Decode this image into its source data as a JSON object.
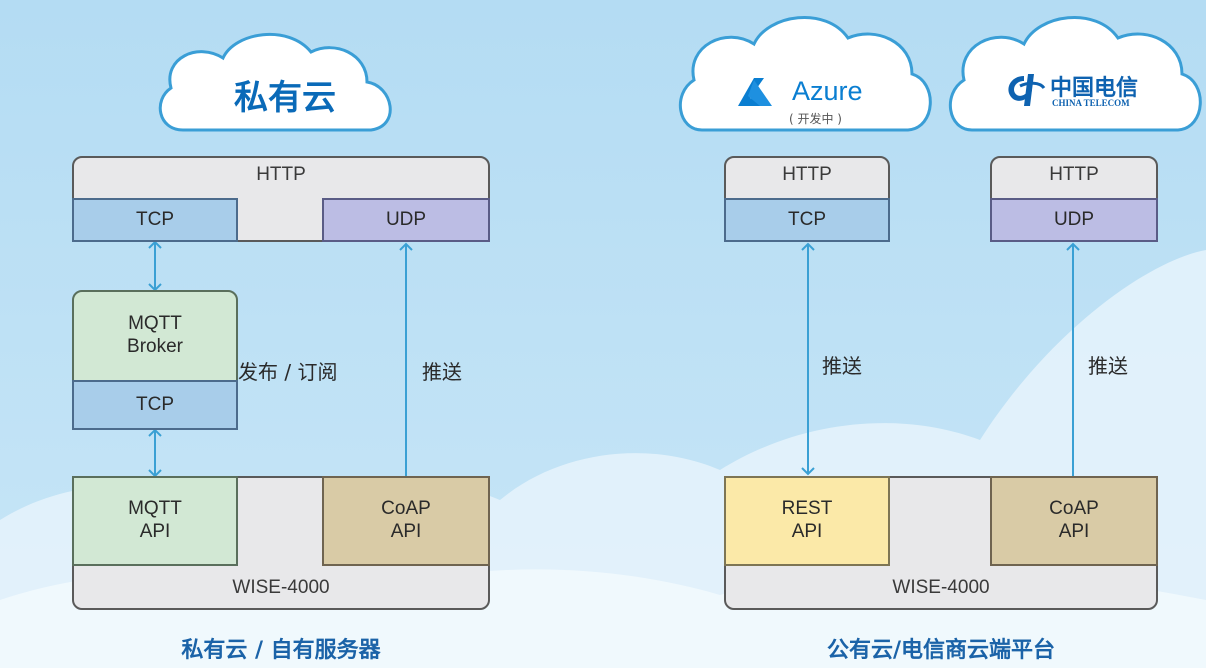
{
  "private": {
    "cloud_title": "私有云",
    "http": "HTTP",
    "tcp": "TCP",
    "udp": "UDP",
    "broker_line1": "MQTT",
    "broker_line2": "Broker",
    "broker_tcp": "TCP",
    "mqtt_api_line1": "MQTT",
    "mqtt_api_line2": "API",
    "coap_api_line1": "CoAP",
    "coap_api_line2": "API",
    "device": "WISE-4000",
    "pubsub_label": "发布 / 订阅",
    "push_label": "推送",
    "caption": "私有云 / 自有服务器"
  },
  "public": {
    "azure_name": "Azure",
    "azure_status": "( 开发中 )",
    "telecom_cn": "中国电信",
    "telecom_en": "CHINA TELECOM",
    "azure_http": "HTTP",
    "azure_tcp": "TCP",
    "telecom_http": "HTTP",
    "telecom_udp": "UDP",
    "rest_api_line1": "REST",
    "rest_api_line2": "API",
    "coap_api_line1": "CoAP",
    "coap_api_line2": "API",
    "device": "WISE-4000",
    "push_label_left": "推送",
    "push_label_right": "推送",
    "caption": "公有云/电信商云端平台"
  },
  "colors": {
    "arrow": "#3aa0d4",
    "caption": "#1b63a8",
    "cloud_outline": "#3a9ed6",
    "azure_blue": "#0a7ed1",
    "telecom_blue": "#0e62b0"
  },
  "icons": [
    "cloud-icon",
    "azure-logo-icon",
    "china-telecom-logo-icon",
    "double-arrow-icon",
    "up-arrow-icon"
  ]
}
